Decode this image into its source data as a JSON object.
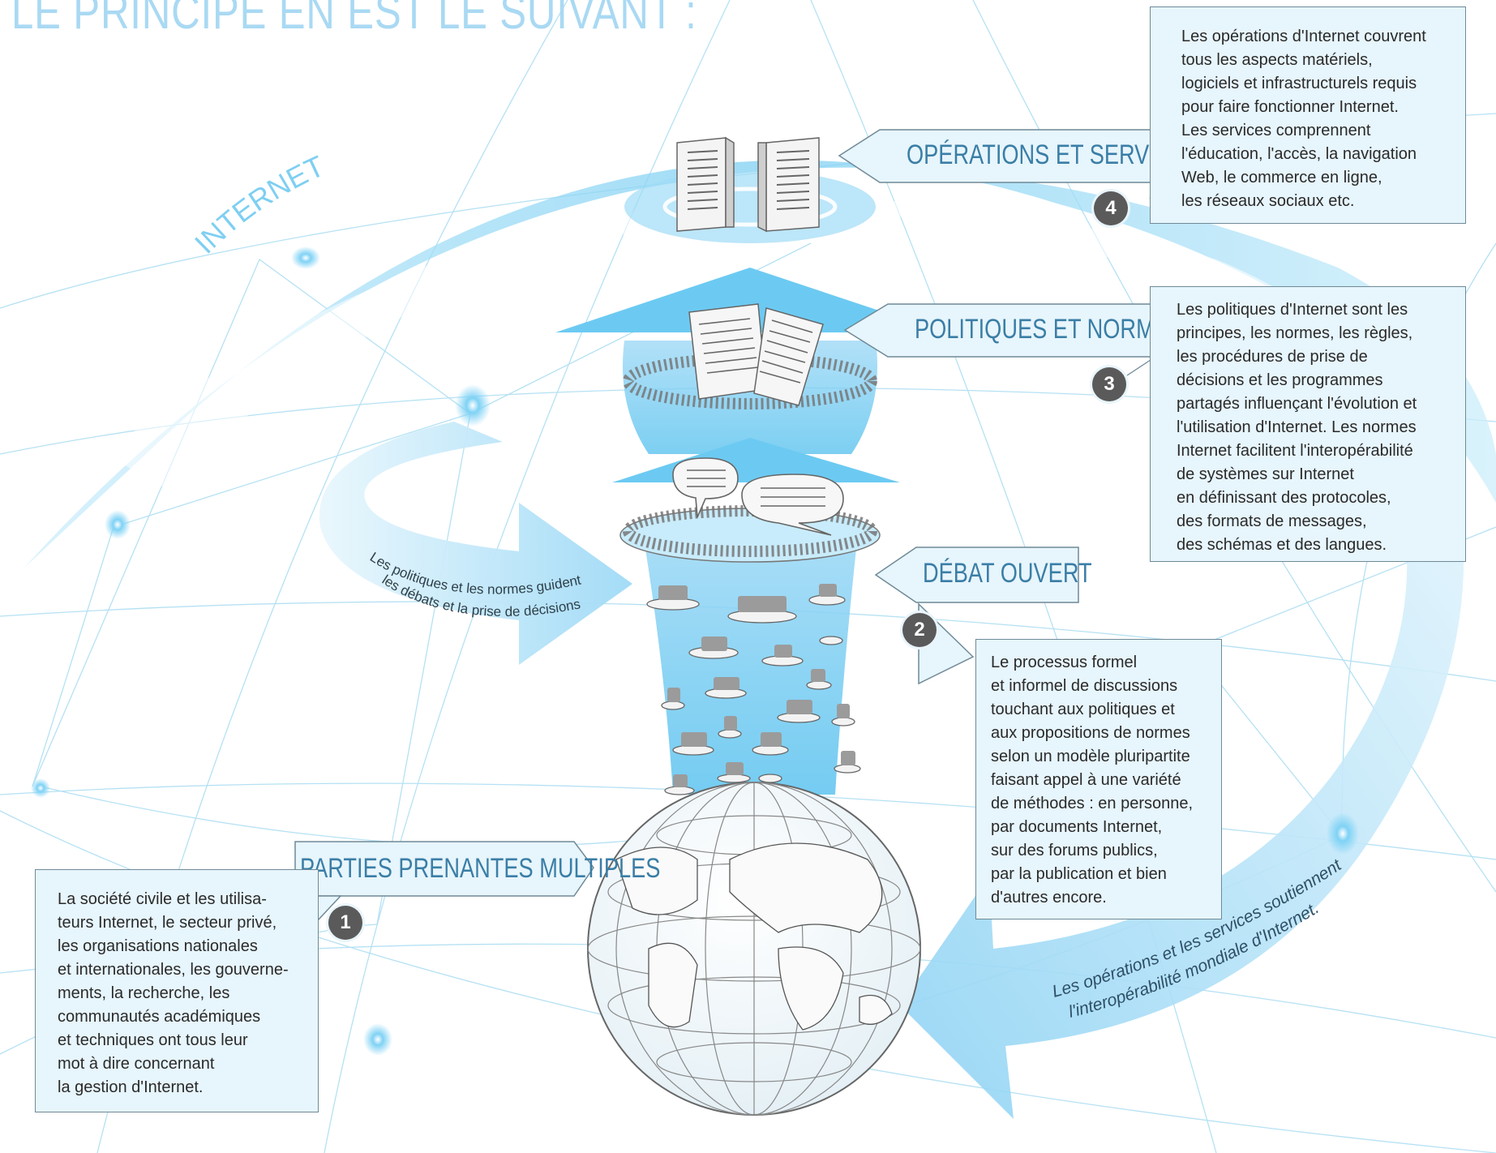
{
  "page_title": "LE PRINCIPE EN EST LE SUIVANT :",
  "internet_label": "INTERNET",
  "layers": [
    {
      "number": "1",
      "label": "PARTIES PRENANTES MULTIPLES",
      "description": "La société civile et les utilisa-\nteurs Internet, le secteur privé,\nles organisations nationales\net internationales, les gouverne-\nments, la recherche, les\ncommunautés académiques\net techniques ont tous leur\nmot à dire concernant\nla gestion d'Internet."
    },
    {
      "number": "2",
      "label": "DÉBAT OUVERT",
      "description": "Le processus formel\net informel de discussions\ntouchant aux politiques et\naux propositions de normes\nselon un modèle pluripartite\nfaisant appel à une variété\nde méthodes : en personne,\npar documents Internet,\nsur des forums publics,\npar la publication et bien\nd'autres encore."
    },
    {
      "number": "3",
      "label": "POLITIQUES ET NORMES",
      "description": "Les politiques d'Internet sont les\nprincipes, les normes, les règles,\nles procédures de prise de\ndécisions et les programmes\npartagés influençant l'évolution et\nl'utilisation d'Internet. Les normes\nInternet facilitent l'interopérabilité\nde systèmes sur Internet\nen définissant des protocoles,\ndes formats de messages,\ndes schémas et des langues."
    },
    {
      "number": "4",
      "label": "OPÉRATIONS ET SERVICES",
      "description": "Les opérations d'Internet couvrent\ntous les aspects matériels,\nlogiciels et infrastructurels requis\npour faire fonctionner Internet.\nLes services comprennent\nl'éducation, l'accès, la navigation\nWeb, le commerce en ligne,\nles réseaux sociaux etc."
    }
  ],
  "loop_left": {
    "line1": "Les politiques et les normes guident",
    "line2": "les débats et la prise de décisions"
  },
  "loop_right": {
    "line1": "Les opérations et les services soutiennent",
    "line2": "l'interopérabilité mondiale d'Internet."
  },
  "colors": {
    "accent_blue": "#5bc0ee",
    "light_blue": "#bfe6f8",
    "box_fill": "#e7f5fc",
    "label_text": "#3a7ea6",
    "badge": "#5a5a5a",
    "title": "#a9d9f3"
  },
  "icons": [
    "server-icon",
    "document-icon",
    "speech-bubble-icon",
    "people-icon",
    "globe-icon",
    "network-node-icon",
    "up-arrow-icon",
    "loop-arrow-icon"
  ]
}
